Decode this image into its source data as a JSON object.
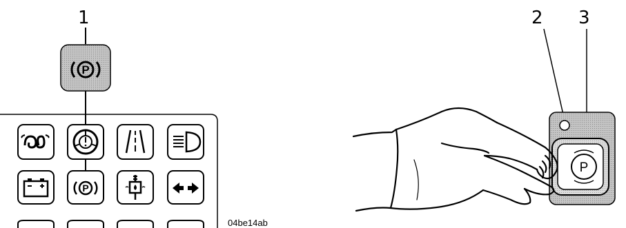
{
  "callouts": {
    "one": "1",
    "two": "2",
    "three": "3"
  },
  "figure_code": "04be14ab",
  "icons": {
    "large_indicator": "parking-brake-icon",
    "row1": [
      "glow-plug-icon",
      "steering-warning-icon",
      "road-lanes-icon",
      "headlight-icon"
    ],
    "row2": [
      "battery-icon",
      "parking-brake-icon",
      "coolant-temperature-icon",
      "turn-signal-icon"
    ],
    "switch_lamp": "indicator-lamp-icon",
    "switch_button": "parking-brake-switch-icon"
  },
  "colors": {
    "line": "#000000",
    "panel_fill": "#b8b8b8",
    "switch_fill": "#d2d2d2",
    "background": "#ffffff"
  }
}
